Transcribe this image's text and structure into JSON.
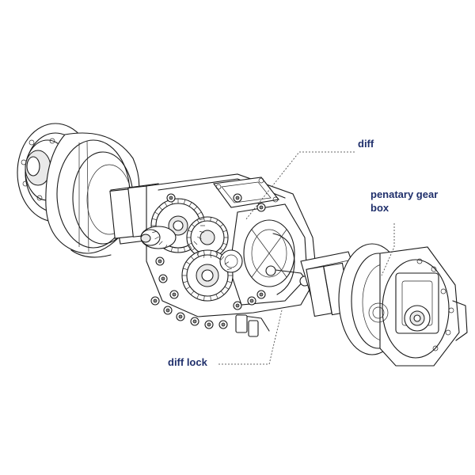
{
  "callouts": [
    {
      "id": "diff",
      "lines": [
        "diff"
      ]
    },
    {
      "id": "planetary",
      "lines": [
        "penatary gear",
        "box"
      ]
    },
    {
      "id": "diff-lock",
      "lines": [
        "diff lock"
      ]
    }
  ],
  "colors": {
    "label": "#1f2f6b",
    "ink": "#1a1a1a",
    "background": "#ffffff"
  }
}
